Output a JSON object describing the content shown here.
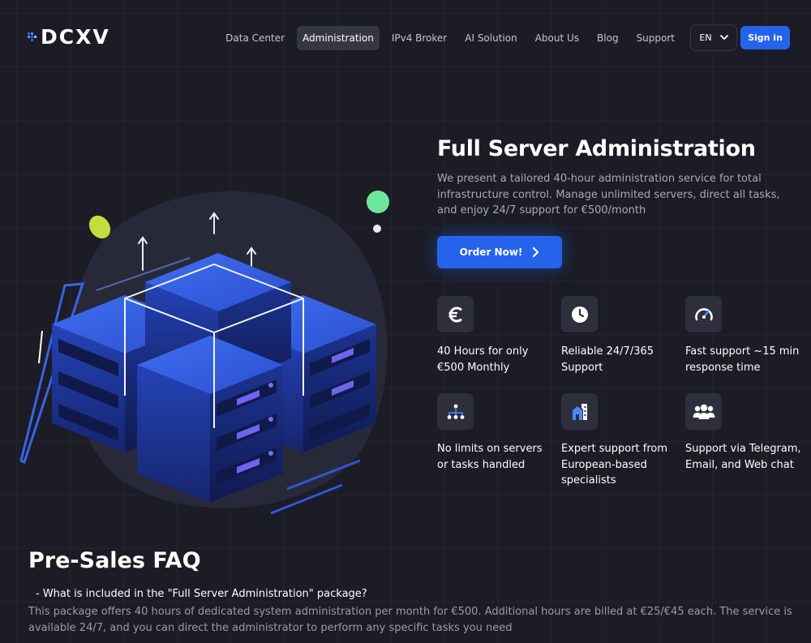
{
  "brand": {
    "logo_text": "DCXV"
  },
  "nav": {
    "items": [
      {
        "label": "Data Center",
        "active": false
      },
      {
        "label": "Administration",
        "active": true
      },
      {
        "label": "IPv4 Broker",
        "active": false
      },
      {
        "label": "AI Solution",
        "active": false
      },
      {
        "label": "About Us",
        "active": false
      },
      {
        "label": "Blog",
        "active": false
      },
      {
        "label": "Support",
        "active": false
      }
    ],
    "language": "EN",
    "signin_label": "Sign in"
  },
  "hero": {
    "title": "Full Server Administration",
    "description": "We present a tailored 40-hour administration service for total infrastructure control. Manage unlimited servers, direct all tasks, and enjoy 24/7 support for €500/month",
    "order_label": "Order Now!"
  },
  "features": [
    {
      "icon": "euro-icon",
      "text": "40 Hours for only €500 Monthly"
    },
    {
      "icon": "clock-icon",
      "text": "Reliable 24/7/365 Support"
    },
    {
      "icon": "speedometer-icon",
      "text": "Fast support ~15 min response time"
    },
    {
      "icon": "network-icon",
      "text": "No limits on servers or tasks handled"
    },
    {
      "icon": "building-icon",
      "text": "Expert support from European-based specialists"
    },
    {
      "icon": "users-icon",
      "text": "Support via Telegram, Email, and Web chat"
    }
  ],
  "faq": {
    "title": "Pre-Sales FAQ",
    "question": "- What is included in the \"Full Server Administration\" package?",
    "answer": "This package offers 40 hours of dedicated system administration per month for €500. Additional hours are billed at €25/€45 each. The service is available 24/7, and you can direct the administrator to perform any specific tasks you need"
  },
  "colors": {
    "accent": "#2563eb",
    "background": "#1b1c25",
    "card": "#2d2f3d"
  }
}
